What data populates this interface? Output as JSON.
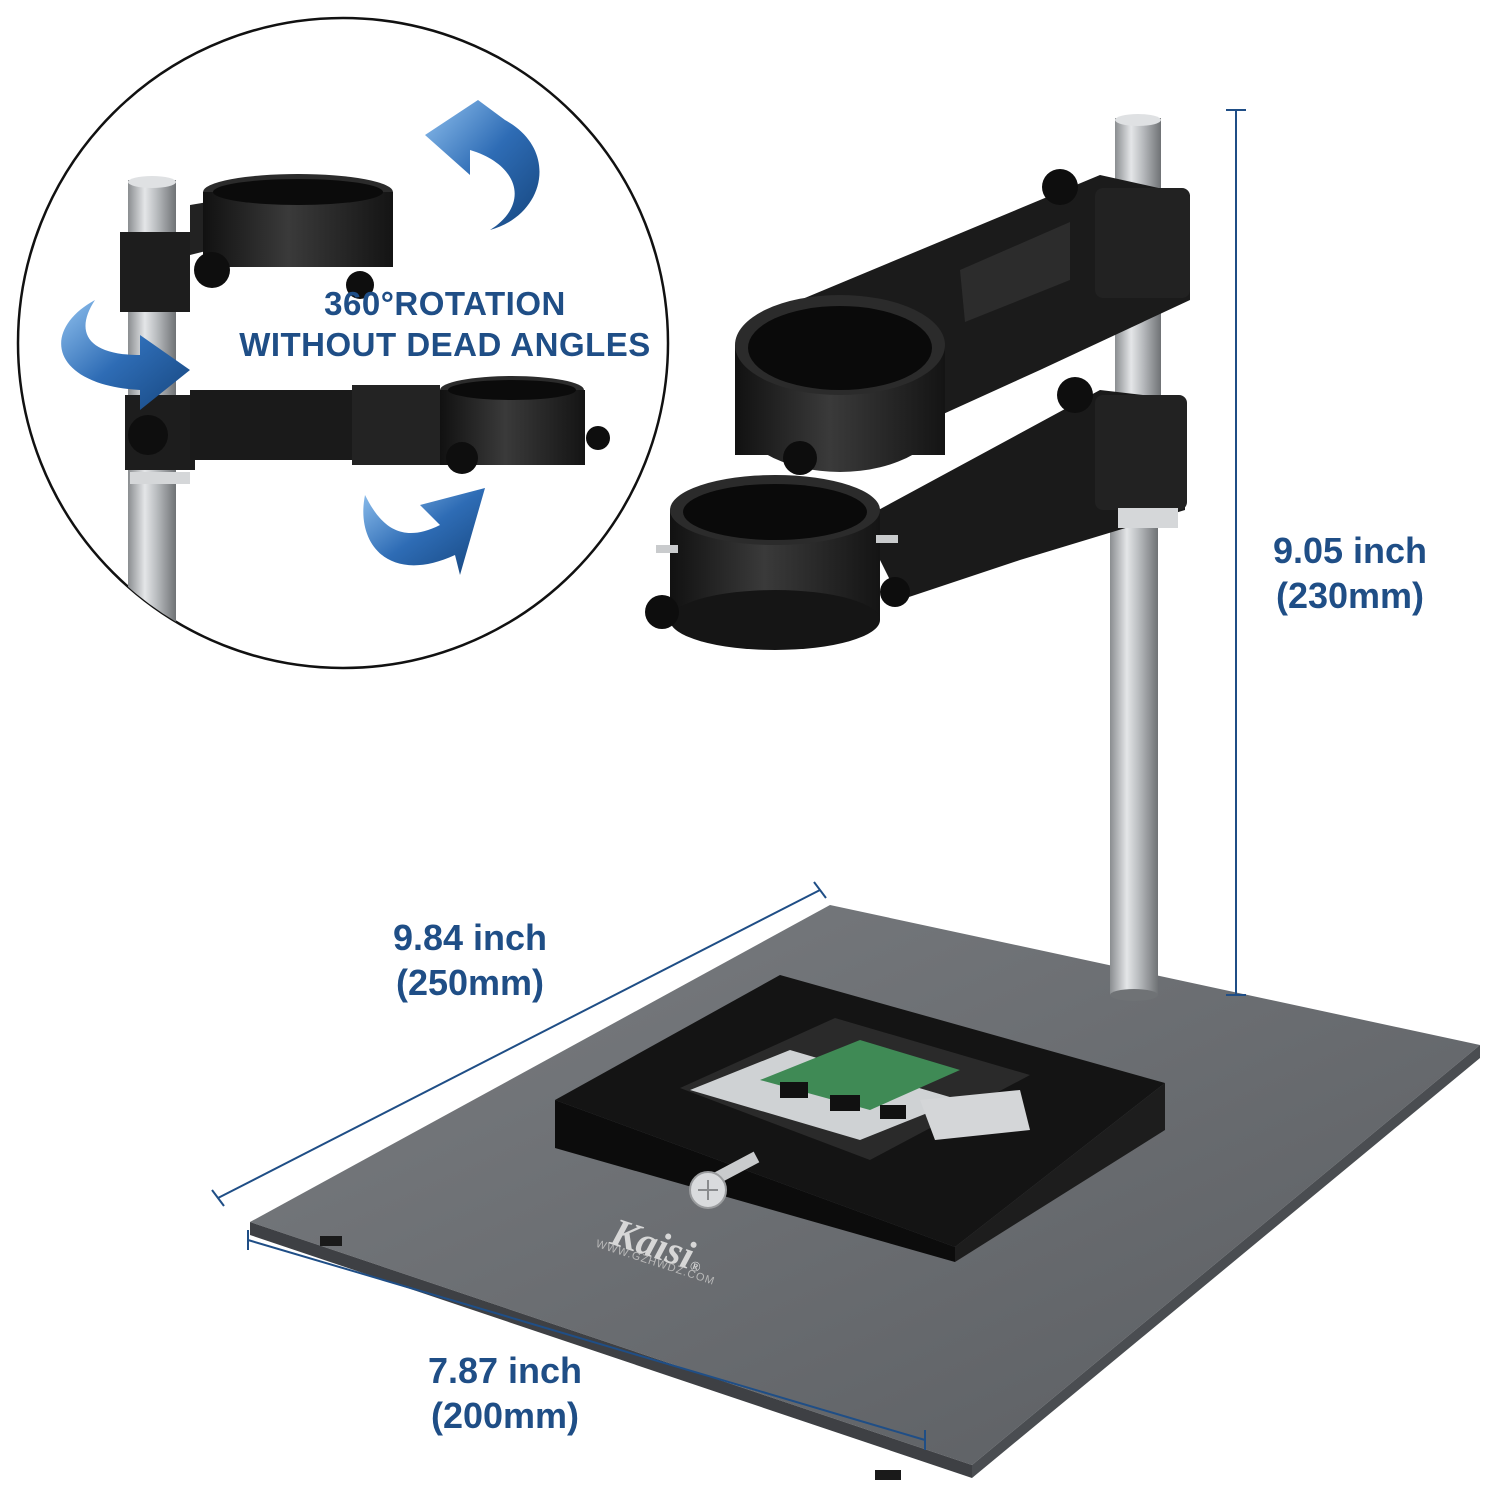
{
  "callout": {
    "line1": "360°ROTATION",
    "line2": "WITHOUT DEAD ANGLES"
  },
  "dimensions": {
    "height": {
      "inch": "9.05 inch",
      "mm": "(230mm)"
    },
    "depth": {
      "inch": "9.84 inch",
      "mm": "(250mm)"
    },
    "width": {
      "inch": "7.87 inch",
      "mm": "(200mm)"
    }
  },
  "brand": {
    "name": "Kaisi",
    "mark": "®",
    "url": "WWW.GZHWDZ.COM"
  },
  "colors": {
    "accent": "#1f4e86",
    "arrow": "#2e6cb5",
    "base_plate": "#6b6e72",
    "metal_black": "#1c1c1c",
    "rod": "#b9bcbf"
  },
  "icons": [
    "rotate-arrow-icon"
  ]
}
